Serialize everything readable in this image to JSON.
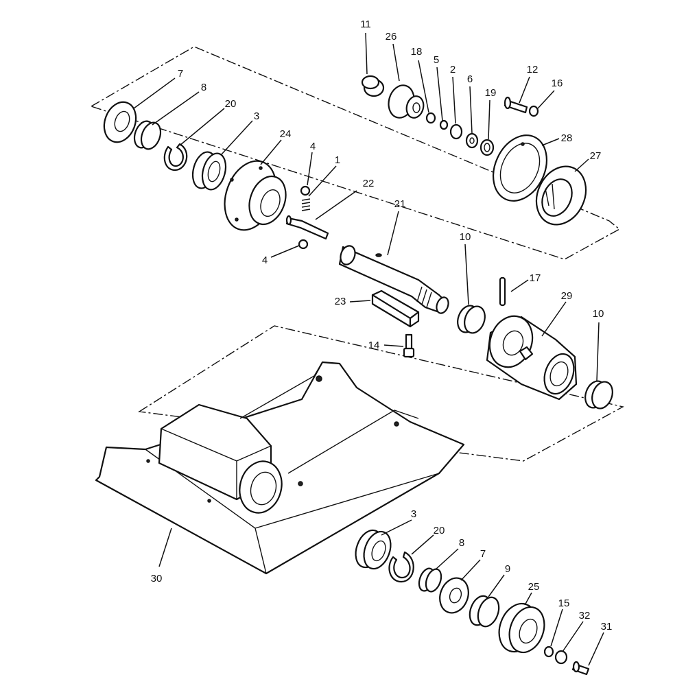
{
  "callouts": [
    {
      "id": "c11a",
      "text": "11"
    },
    {
      "id": "c26",
      "text": "26"
    },
    {
      "id": "c18",
      "text": "18"
    },
    {
      "id": "c5",
      "text": "5"
    },
    {
      "id": "c2",
      "text": "2"
    },
    {
      "id": "c6",
      "text": "6"
    },
    {
      "id": "c19",
      "text": "19"
    },
    {
      "id": "c12",
      "text": "12"
    },
    {
      "id": "c16",
      "text": "16"
    },
    {
      "id": "c28",
      "text": "28"
    },
    {
      "id": "c27",
      "text": "27"
    },
    {
      "id": "c7a",
      "text": "7"
    },
    {
      "id": "c8a",
      "text": "8"
    },
    {
      "id": "c20a",
      "text": "20"
    },
    {
      "id": "c3a",
      "text": "3"
    },
    {
      "id": "c24",
      "text": "24"
    },
    {
      "id": "c4a",
      "text": "4"
    },
    {
      "id": "c1",
      "text": "1"
    },
    {
      "id": "c22",
      "text": "22"
    },
    {
      "id": "c21",
      "text": "21"
    },
    {
      "id": "c4b",
      "text": "4"
    },
    {
      "id": "c10a",
      "text": "10"
    },
    {
      "id": "c17",
      "text": "17"
    },
    {
      "id": "c29",
      "text": "29"
    },
    {
      "id": "c23",
      "text": "23"
    },
    {
      "id": "c10b",
      "text": "10"
    },
    {
      "id": "c14",
      "text": "14"
    },
    {
      "id": "c3b",
      "text": "3"
    },
    {
      "id": "c20b",
      "text": "20"
    },
    {
      "id": "c8b",
      "text": "8"
    },
    {
      "id": "c7b",
      "text": "7"
    },
    {
      "id": "c9",
      "text": "9"
    },
    {
      "id": "c25",
      "text": "25"
    },
    {
      "id": "c15",
      "text": "15"
    },
    {
      "id": "c32",
      "text": "32"
    },
    {
      "id": "c31",
      "text": "31"
    },
    {
      "id": "c30",
      "text": "30"
    }
  ]
}
